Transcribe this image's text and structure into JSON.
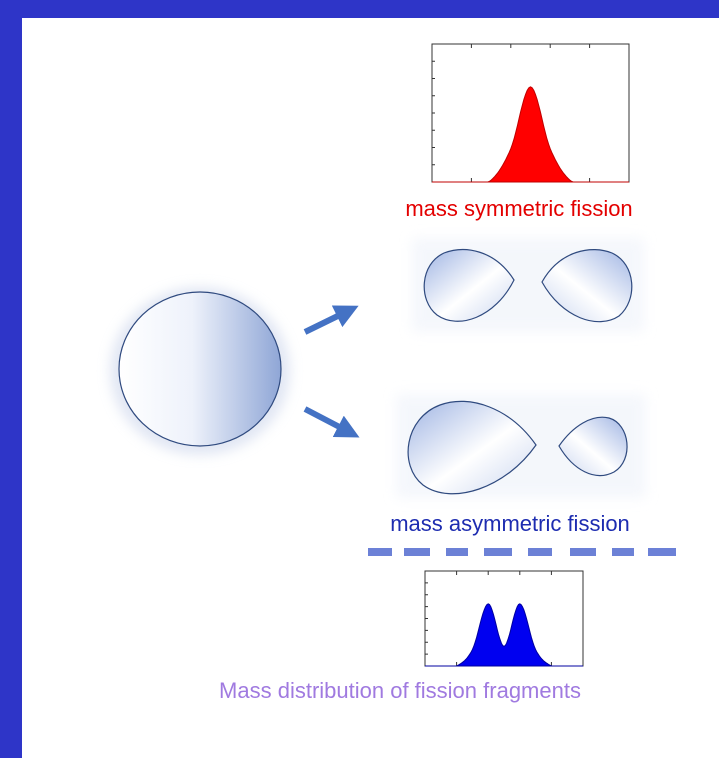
{
  "labels": {
    "symmetric": "mass symmetric fission",
    "asymmetric": "mass asymmetric fission",
    "distribution": "Mass distribution of fission fragments"
  },
  "colors": {
    "frame": "#2e35c8",
    "symmetric_text": "#e30000",
    "asymmetric_text": "#1d2cb0",
    "distribution_text": "#a07ae0",
    "symmetric_peak_fill": "#ff0000",
    "asymmetric_peak_fill": "#0000f0",
    "arrow": "#4472c4",
    "nucleus_outline": "#2f4a7f"
  },
  "chart_data": [
    {
      "type": "area",
      "description_of_distribution": "single-peaked",
      "x": [
        0,
        1,
        2,
        3,
        4,
        5,
        6,
        7,
        8,
        9,
        10
      ],
      "series": [
        {
          "values": [
            0,
            0,
            0,
            0.02,
            0.35,
            1.0,
            0.35,
            0.02,
            0,
            0,
            0
          ]
        }
      ],
      "ylim": [
        0,
        1.45
      ]
    },
    {
      "type": "area",
      "description_of_distribution": "double-peaked",
      "x": [
        0,
        1,
        2,
        3,
        4,
        5,
        6,
        7,
        8,
        9,
        10
      ],
      "series": [
        {
          "values": [
            0,
            0,
            0,
            0.25,
            0.95,
            0.3,
            0.95,
            0.25,
            0,
            0,
            0
          ]
        }
      ],
      "ylim": [
        0,
        1.45
      ]
    }
  ]
}
